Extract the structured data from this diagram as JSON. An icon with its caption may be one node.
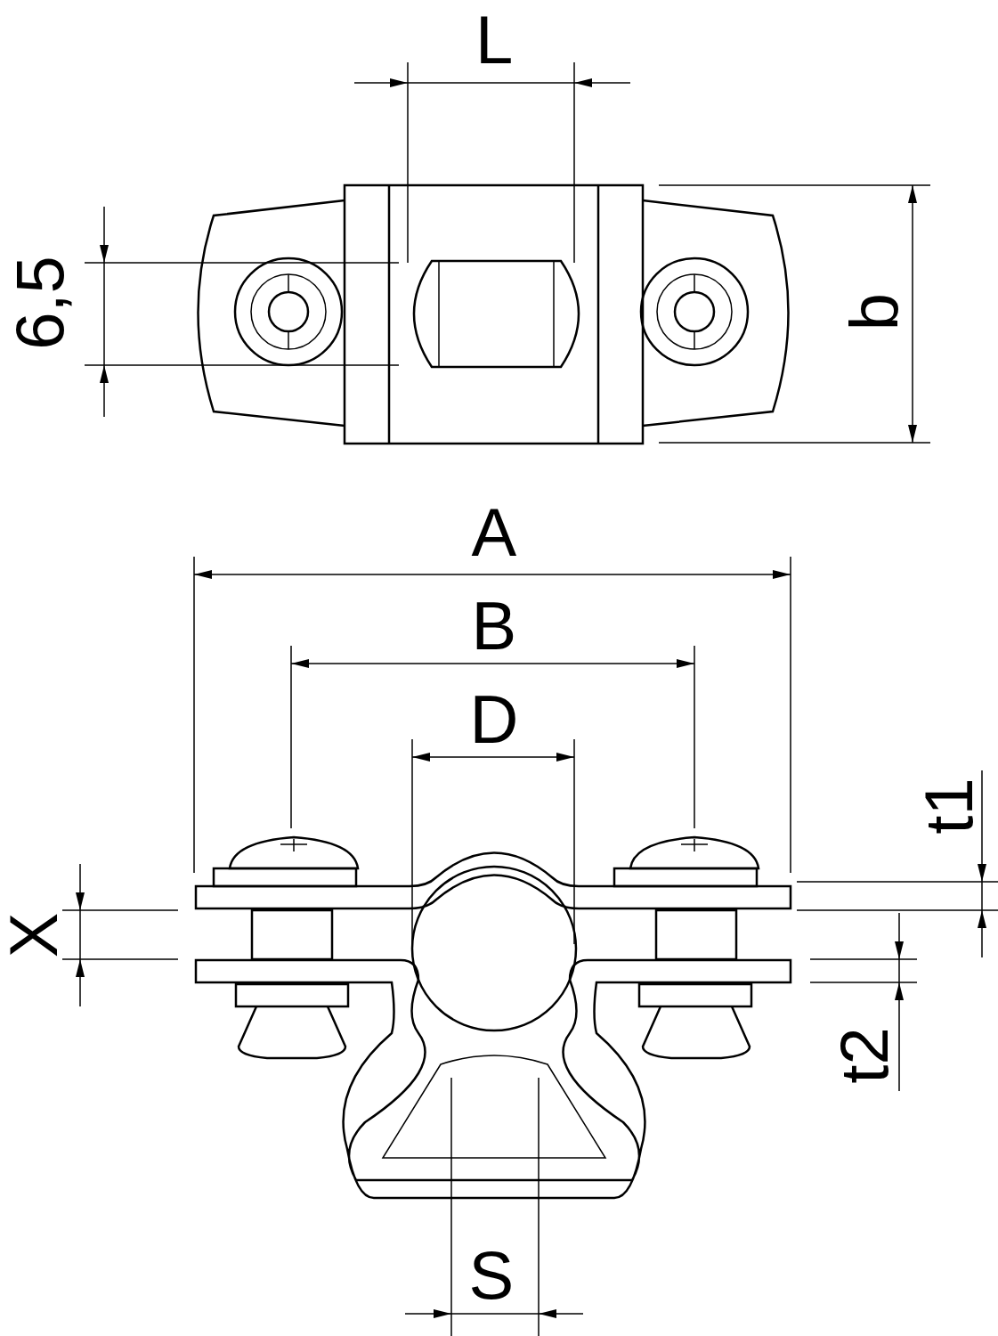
{
  "diagram": {
    "labels": [
      "L",
      "6,5",
      "b",
      "A",
      "B",
      "D",
      "t1",
      "X",
      "t2",
      "S"
    ]
  }
}
